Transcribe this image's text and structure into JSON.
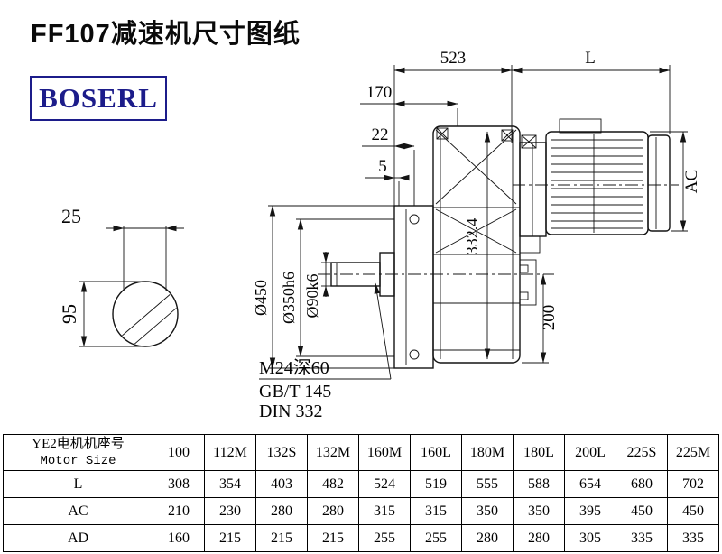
{
  "page": {
    "title": "FF107减速机尺寸图纸",
    "logo_text": "BOSERL",
    "brand_color": "#1c1c8a"
  },
  "drawing": {
    "dims": {
      "d523": "523",
      "dL": "L",
      "d170": "170",
      "d22": "22",
      "d5": "5",
      "d25": "25",
      "d95": "95",
      "flange_dia": "Ø450",
      "spigot_dia": "Ø350h6",
      "shaft_dia": "Ø90k6",
      "d332": "332.4",
      "dAC": "AC",
      "d200": "200",
      "thread_note": "M24深60",
      "std_gb": "GB/T 145",
      "std_din": "DIN 332"
    }
  },
  "table": {
    "header_cn": "YE2电机机座号",
    "header_en": "Motor Size",
    "columns": [
      "100",
      "112M",
      "132S",
      "132M",
      "160M",
      "160L",
      "180M",
      "180L",
      "200L",
      "225S",
      "225M"
    ],
    "rows": [
      {
        "label": "L",
        "values": [
          "308",
          "354",
          "403",
          "482",
          "524",
          "519",
          "555",
          "588",
          "654",
          "680",
          "702"
        ]
      },
      {
        "label": "AC",
        "values": [
          "210",
          "230",
          "280",
          "280",
          "315",
          "315",
          "350",
          "350",
          "395",
          "450",
          "450"
        ]
      },
      {
        "label": "AD",
        "values": [
          "160",
          "215",
          "215",
          "215",
          "255",
          "255",
          "280",
          "280",
          "305",
          "335",
          "335"
        ]
      }
    ]
  }
}
